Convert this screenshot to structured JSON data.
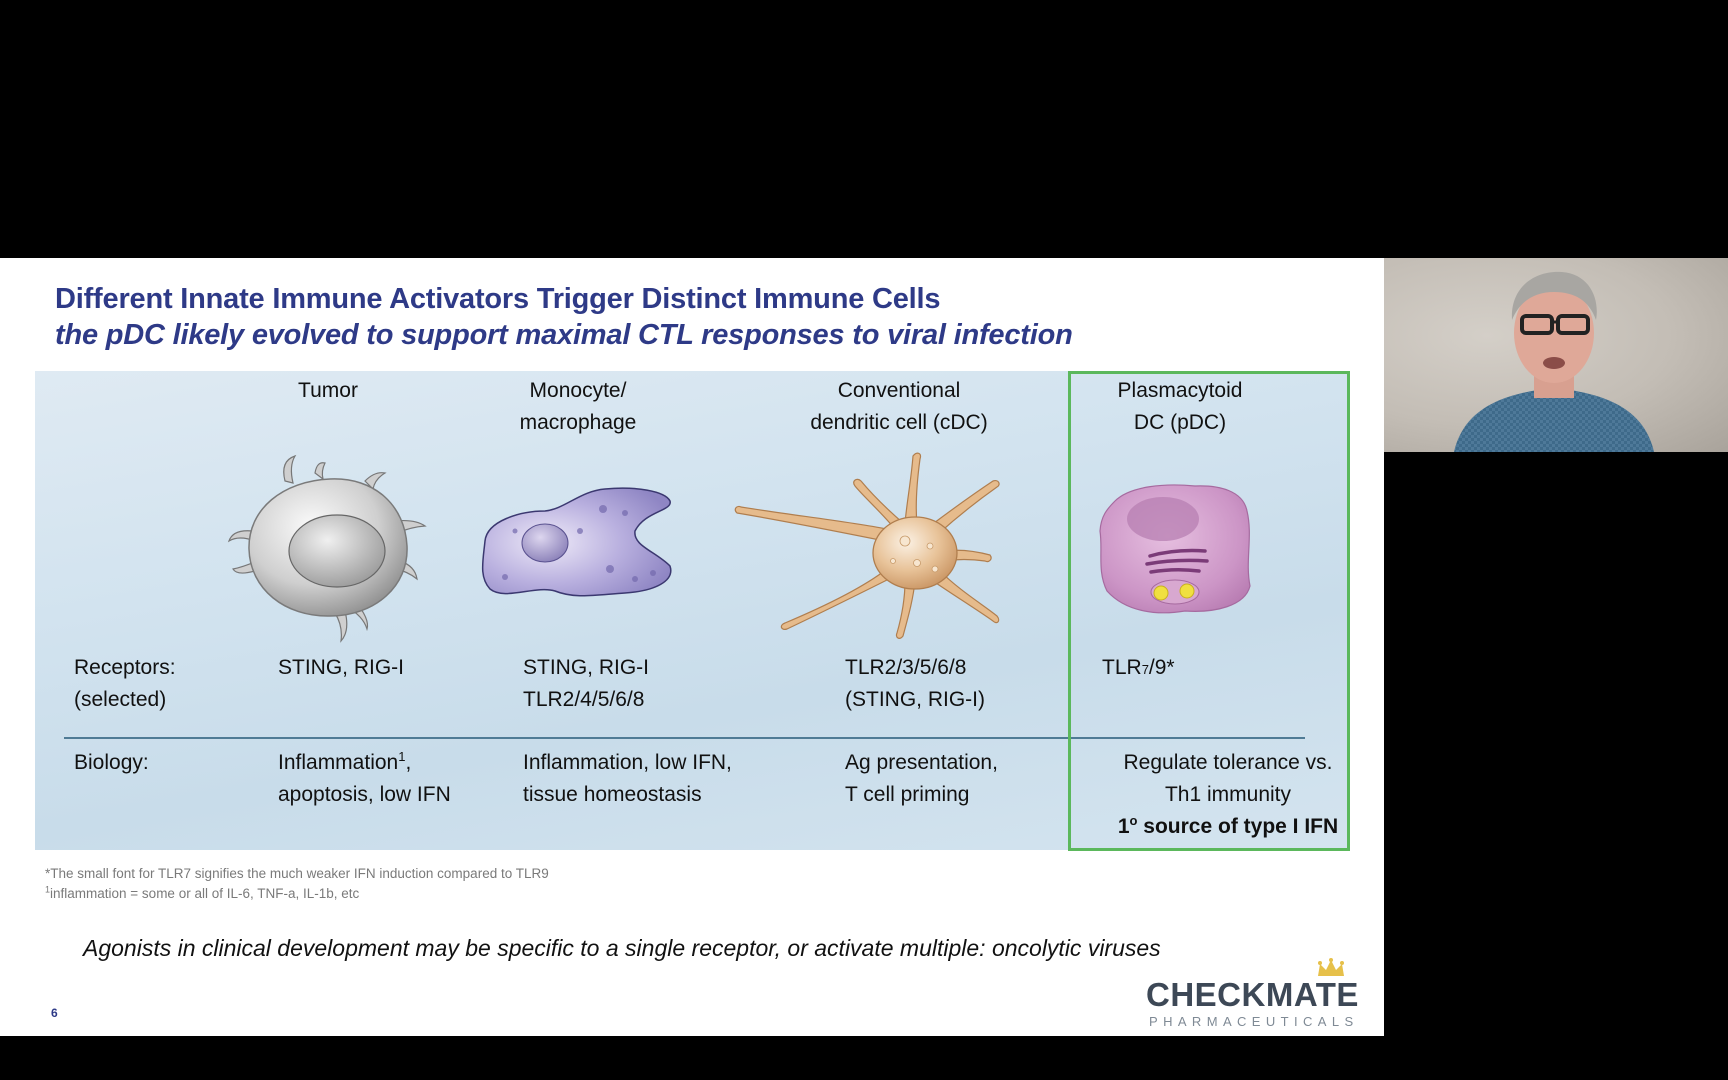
{
  "slide": {
    "title": "Different Innate Immune Activators Trigger Distinct Immune Cells",
    "subtitle": "the pDC likely evolved to support maximal CTL responses to viral infection",
    "columns": [
      {
        "header_line1": "Tumor",
        "header_line2": "",
        "cell_icon": "tumor-cell-illustration",
        "receptors_line1": "STING, RIG-I",
        "receptors_line2": "",
        "biology_line1": "Inflammation",
        "biology_line1_sup": "1",
        "biology_line1_suffix": ",",
        "biology_line2": "apoptosis, low IFN"
      },
      {
        "header_line1": "Monocyte/",
        "header_line2": "macrophage",
        "cell_icon": "macrophage-cell-illustration",
        "receptors_line1": "STING, RIG-I",
        "receptors_line2": "TLR2/4/5/6/8",
        "biology_line1": "Inflammation, low IFN,",
        "biology_line2": "tissue homeostasis"
      },
      {
        "header_line1": "Conventional",
        "header_line2": "dendritic cell (cDC)",
        "cell_icon": "dendritic-cell-illustration",
        "receptors_line1": "TLR2/3/5/6/8",
        "receptors_line2": "(STING, RIG-I)",
        "biology_line1": "Ag presentation,",
        "biology_line2": "T cell priming"
      },
      {
        "header_line1": "Plasmacytoid",
        "header_line2": "DC (pDC)",
        "cell_icon": "plasmacytoid-dc-illustration",
        "receptors_prefix": "TLR",
        "receptors_small": "7",
        "receptors_suffix": "/9*",
        "biology_line1": "Regulate tolerance vs.",
        "biology_line2": "Th1 immunity",
        "biology_line3_prefix": "1",
        "biology_line3_degree": "o",
        "biology_line3": " source of type I IFN",
        "highlighted": true
      }
    ],
    "row_labels": {
      "receptors_line1": "Receptors:",
      "receptors_line2": "(selected)",
      "biology": "Biology:"
    },
    "footnotes": [
      "*The small font for TLR7 signifies the much weaker IFN induction compared to TLR9",
      "inflammation = some or all of IL-6, TNF-a, IL-1b, etc"
    ],
    "footnote2_marker": "1",
    "note": "Agonists in clinical development may be specific to a single receptor, or activate multiple: oncolytic viruses",
    "page_number": "6",
    "logo": {
      "name": "CHECKMATE",
      "tagline": "PHARMACEUTICALS"
    },
    "colors": {
      "title": "#2e3a87",
      "highlight_box": "#5bb85c",
      "panel_bg": "#d2e3ef",
      "divider": "#4f7b95"
    }
  },
  "video": {
    "label": "presenter-webcam"
  }
}
